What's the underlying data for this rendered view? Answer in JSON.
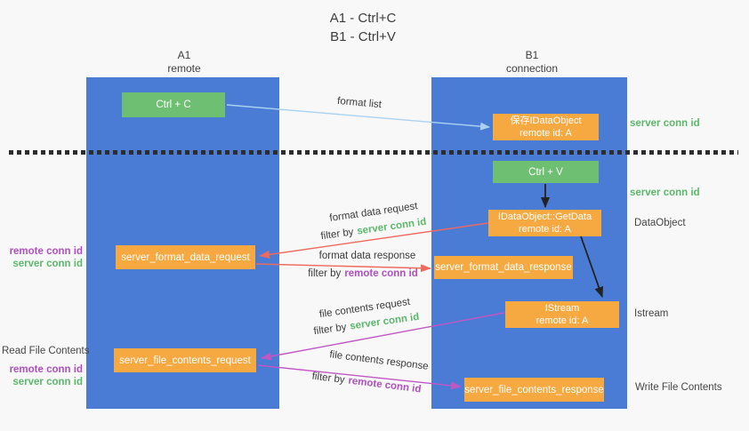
{
  "title": {
    "line1": "A1 - Ctrl+C",
    "line2": "B1 - Ctrl+V"
  },
  "lanes": {
    "a1": {
      "name": "A1",
      "role": "remote"
    },
    "b1": {
      "name": "B1",
      "role": "connection"
    }
  },
  "nodes": {
    "ctrl_c": {
      "label": "Ctrl + C"
    },
    "ctrl_v": {
      "label": "Ctrl + V"
    },
    "save_dataobject": {
      "line1": "保存IDataObject",
      "line2": "remote id: A"
    },
    "getdata": {
      "line1": "IDataObject::GetData",
      "line2": "remote id: A"
    },
    "istream": {
      "line1": "IStream",
      "line2": "remote id: A"
    },
    "format_request": {
      "label": "server_format_data_request"
    },
    "format_response": {
      "label": "server_format_data_response"
    },
    "file_request": {
      "label": "server_file_contents_request"
    },
    "file_response": {
      "label": "server_file_contents_response"
    }
  },
  "edge_labels": {
    "format_list": "format list",
    "format_request": {
      "title": "format data request",
      "filter_prefix": "filter by",
      "filter_key": "server conn id"
    },
    "format_response": {
      "title": "format data response",
      "filter_prefix": "filter by",
      "filter_key": "remote conn id"
    },
    "file_request": {
      "title": "file contents request",
      "filter_prefix": "filter by",
      "filter_key": "server conn id"
    },
    "file_response": {
      "title": "file contents response",
      "filter_prefix": "filter by",
      "filter_key": "remote conn id"
    }
  },
  "side_labels": {
    "right_server_conn_top": "server conn id",
    "right_server_conn_mid": "server conn id",
    "right_dataobject": "DataObject",
    "right_istream": "Istream",
    "right_write_file_contents": "Write File Contents",
    "left_remote_conn_top": "remote conn id",
    "left_server_conn_top": "server conn id",
    "left_read_file_contents": "Read File Contents",
    "left_remote_conn_bottom": "remote conn id",
    "left_server_conn_bottom": "server conn id"
  },
  "colors": {
    "lane-blue": "#4a7cd5",
    "box-green": "#6fbf72",
    "box-orange": "#f7a941",
    "label-green": "#5cb86a",
    "label-purple": "#b04fc0",
    "arrow-red": "#ee6a5e",
    "arrow-magenta": "#c057c3",
    "arrow-lightblue": "#a9d2f2",
    "arrow-black": "#222222",
    "text-dark": "#3c3c3c",
    "canvas-bg": "#f8f8f9"
  }
}
